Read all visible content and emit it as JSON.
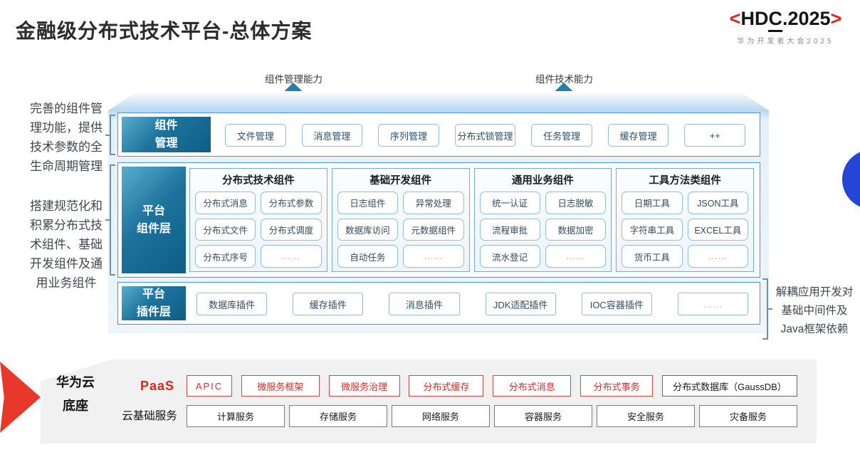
{
  "title": "金融级分布式技术平台-总体方案",
  "logo": {
    "bracket_left": "<",
    "name_pre": "HD",
    "name_c": "C",
    "name_post": ".2025",
    "bracket_right": ">",
    "subtitle": "华为开发者大会2025"
  },
  "capability_arrows": {
    "left": "组件管理能力",
    "right": "组件技术能力"
  },
  "side_notes": {
    "mgmt": "完善的组件管理功能，提供技术参数的全生命周期管理",
    "components": "搭建规范化和积累分布式技术组件、基础开发组件及通用业务组件",
    "plugins": "解耦应用开发对基础中间件及Java框架依赖"
  },
  "component_mgmt": {
    "label_line1": "组件",
    "label_line2": "管理",
    "items": [
      "文件管理",
      "消息管理",
      "序列管理",
      "分布式锁管理",
      "任务管理",
      "缓存管理",
      "++"
    ]
  },
  "platform_components": {
    "label_line1": "平台",
    "label_line2": "组件层",
    "groups": [
      {
        "title": "分布式技术组件",
        "items": [
          "分布式消息",
          "分布式参数",
          "分布式文件",
          "分布式调度",
          "分布式序号",
          "……"
        ]
      },
      {
        "title": "基础开发组件",
        "items": [
          "日志组件",
          "异常处理",
          "数据库访问",
          "元数据组件",
          "自动任务",
          "……"
        ]
      },
      {
        "title": "通用业务组件",
        "items": [
          "统一认证",
          "日志脱敏",
          "流程审批",
          "数据加密",
          "流水登记",
          "……"
        ]
      },
      {
        "title": "工具方法类组件",
        "items": [
          "日期工具",
          "JSON工具",
          "字符串工具",
          "EXCEL工具",
          "货币工具",
          "……"
        ]
      }
    ]
  },
  "platform_plugins": {
    "label_line1": "平台",
    "label_line2": "插件层",
    "items": [
      "数据库插件",
      "缓存插件",
      "消息插件",
      "JDK适配插件",
      "IOC容器插件",
      "……"
    ]
  },
  "foundation": {
    "label_line1": "华为云",
    "label_line2": "底座",
    "paas_label": "PaaS",
    "paas_items": [
      "APIC",
      "微服务框架",
      "微服务治理",
      "分布式缓存",
      "分布式消息",
      "分布式事务"
    ],
    "paas_neutral_item": "分布式数据库（GaussDB）",
    "iaas_label": "云基础服务",
    "iaas_items": [
      "计算服务",
      "存储服务",
      "网络服务",
      "容器服务",
      "安全服务",
      "灾备服务"
    ]
  },
  "colors": {
    "accent_teal": "#2580aa",
    "accent_red": "#d7261d",
    "layer_border_blue": "#4e94c8",
    "foundation_gray": "#f1f1f1"
  }
}
